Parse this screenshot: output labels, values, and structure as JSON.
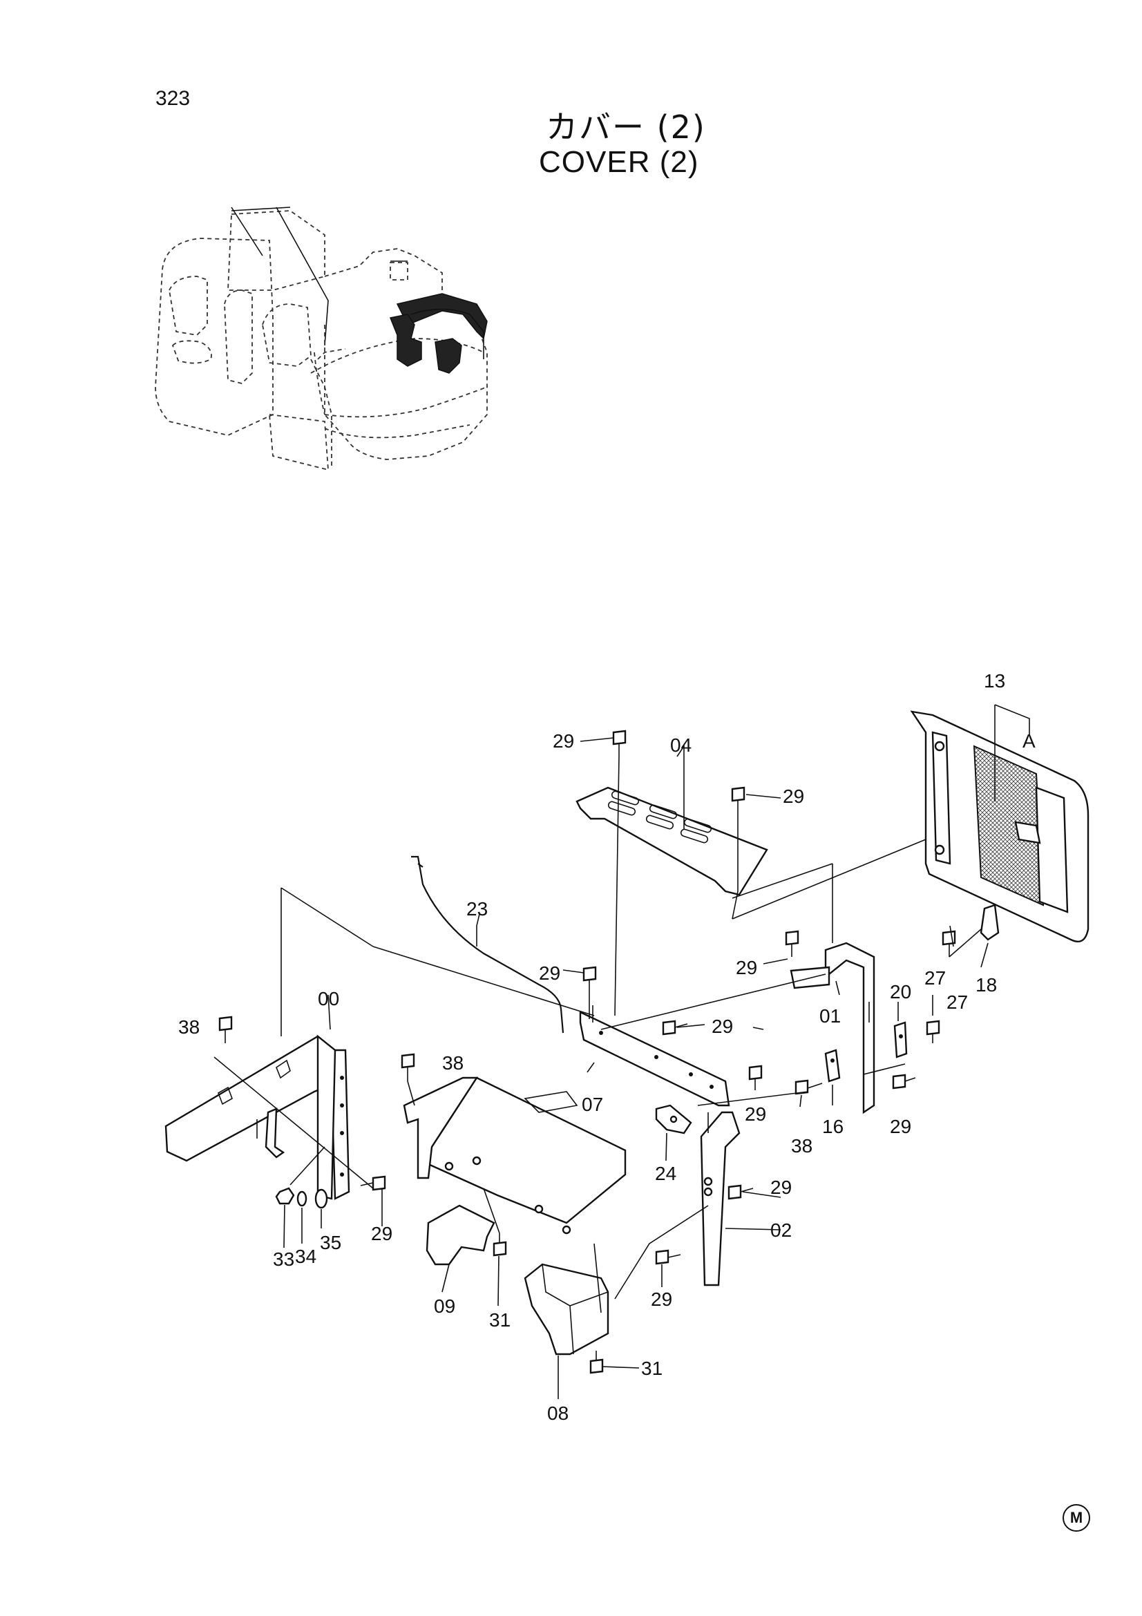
{
  "page_number": "323",
  "title_jp": "カバー (2)",
  "title_en": "COVER (2)",
  "corner_mark": "M",
  "callouts": {
    "c00": "00",
    "c01": "01",
    "c02": "02",
    "c04": "04",
    "c07": "07",
    "c08": "08",
    "c09": "09",
    "c13": "13",
    "c16": "16",
    "c18": "18",
    "c20": "20",
    "c23": "23",
    "c24": "24",
    "c27a": "27",
    "c27b": "27",
    "c29a": "29",
    "c29b": "29",
    "c29c": "29",
    "c29d": "29",
    "c29e": "29",
    "c29f": "29",
    "c29g": "29",
    "c29h": "29",
    "c29i": "29",
    "c29j": "29",
    "c31a": "31",
    "c31b": "31",
    "c33": "33",
    "c34": "34",
    "c35": "35",
    "c38a": "38",
    "c38b": "38",
    "c38c": "38",
    "detail_a": "A"
  }
}
